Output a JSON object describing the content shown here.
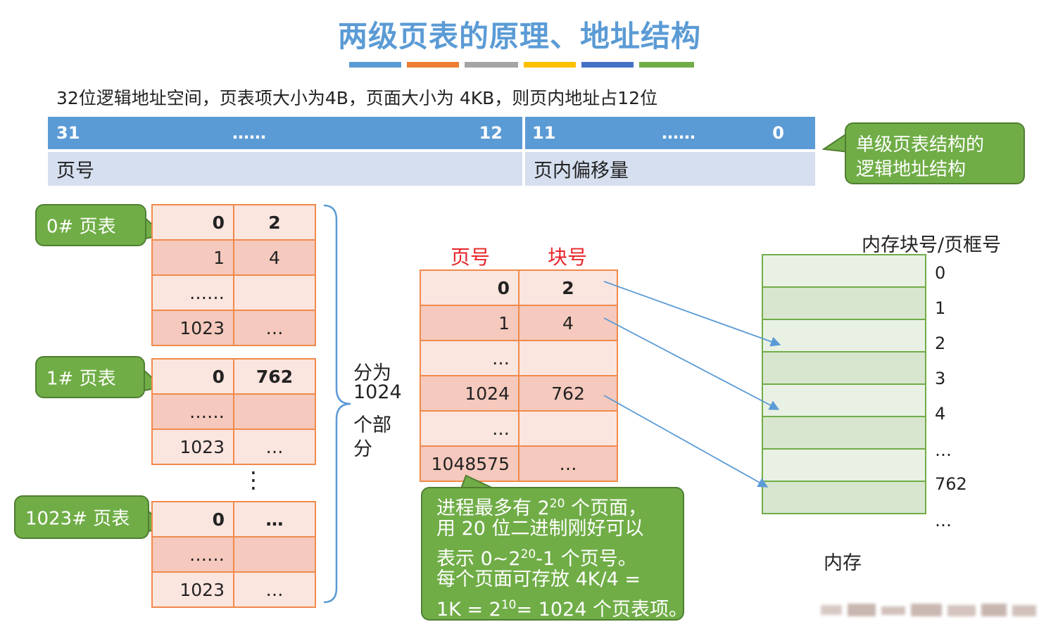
{
  "title": "两级页表的原理、地址结构",
  "stripe_colors": [
    "#5b9bd5",
    "#ed7d31",
    "#a5a5a5",
    "#ffc000",
    "#4472c4",
    "#70ad47"
  ],
  "description": "32位逻辑地址空间，页表项大小为4B，页面大小为  4KB，则页内地址占12位",
  "address_bar": {
    "left_hi": "31",
    "left_mid": "……",
    "left_lo": "12",
    "right_hi": "11",
    "right_mid": "……",
    "right_lo": "0",
    "left_label": "页号",
    "right_label": "页内偏移量"
  },
  "callout_single": "单级页表结构的\n逻辑地址结构",
  "callout_line1": "单级页表结构的",
  "callout_line2": "逻辑地址结构",
  "page_tables": [
    {
      "label": "0# 页表",
      "rows": [
        [
          "0",
          "2"
        ],
        [
          "1",
          "4"
        ],
        [
          "……",
          ""
        ],
        [
          "1023",
          "…"
        ]
      ]
    },
    {
      "label": "1# 页表",
      "rows": [
        [
          "0",
          "762"
        ],
        [
          "……",
          ""
        ],
        [
          "1023",
          "…"
        ]
      ]
    },
    {
      "label": "1023# 页表",
      "rows": [
        [
          "0",
          "…"
        ],
        [
          "……",
          ""
        ],
        [
          "1023",
          "…"
        ]
      ]
    }
  ],
  "vdots": "⋮",
  "brace_text": [
    "分为",
    "1024",
    "个部",
    "分"
  ],
  "main_table": {
    "head_page": "页号",
    "head_block": "块号",
    "rows": [
      [
        "0",
        "2"
      ],
      [
        "1",
        "4"
      ],
      [
        "…",
        ""
      ],
      [
        "1024",
        "762"
      ],
      [
        "…",
        ""
      ],
      [
        "1048575",
        "…"
      ]
    ]
  },
  "bottom_callout": {
    "line1_a": "进程最多有 2",
    "line1_sup": "20",
    "line1_b": " 个页面，",
    "line2": "用 20 位二进制刚好可以",
    "line3_a": "表示 0~2",
    "line3_sup": "20",
    "line3_b": "-1 个页号。",
    "line4": "每个页面可存放 4K/4 =",
    "line5_a": "1K = 2",
    "line5_sup": "10",
    "line5_b": "= 1024 个页表项。"
  },
  "memory": {
    "header": "内存块号/页框号",
    "labels": [
      "0",
      "1",
      "2",
      "3",
      "4",
      "…",
      "762",
      "…"
    ],
    "caption": "内存"
  }
}
